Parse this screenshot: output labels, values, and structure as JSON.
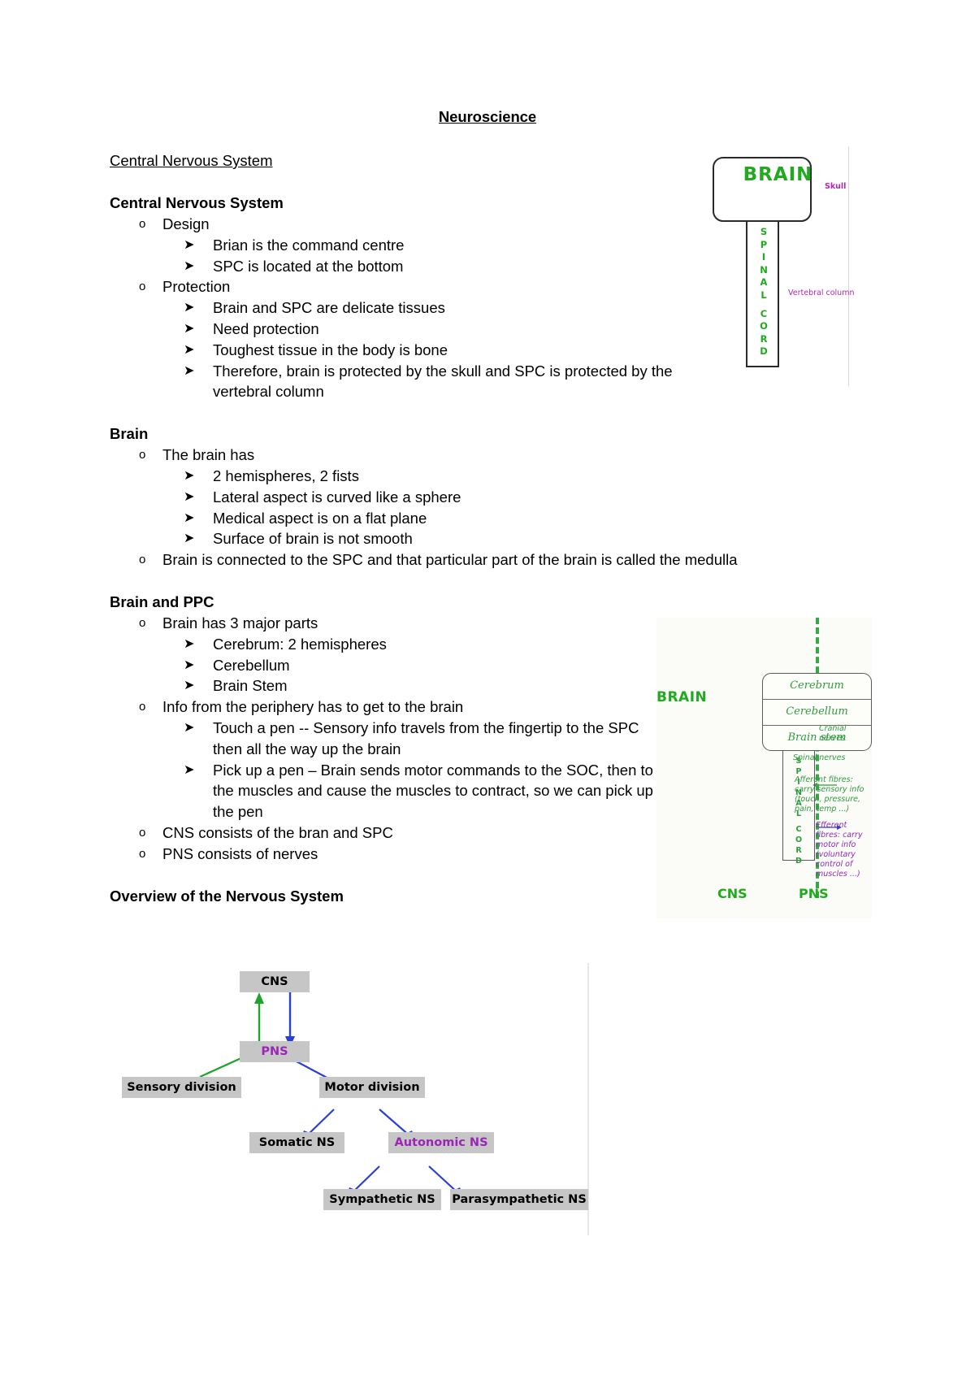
{
  "document": {
    "title": "Neuroscience ",
    "section_heading": "Central Nervous System "
  },
  "sections": [
    {
      "heading": "Central Nervous System",
      "items": [
        {
          "label": "Design",
          "subitems": [
            "Brian is the command centre",
            "SPC is located at the bottom"
          ]
        },
        {
          "label": "Protection",
          "subitems": [
            "Brain and SPC are delicate tissues",
            "Need protection",
            "Toughest tissue in the body is bone",
            "Therefore, brain is protected by the skull and SPC is protected by the vertebral column"
          ]
        }
      ]
    },
    {
      "heading": "Brain",
      "items": [
        {
          "label": "The brain has",
          "subitems": [
            "2 hemispheres, 2 fists",
            "Lateral aspect is curved like a sphere",
            "Medical aspect is on a flat plane",
            "Surface of brain is not smooth"
          ]
        },
        {
          "label": "Brain is connected to the SPC and that particular part of the brain is called the medulla",
          "subitems": []
        }
      ]
    },
    {
      "heading": "Brain and PPC",
      "items": [
        {
          "label": "Brain has 3 major parts",
          "subitems": [
            "Cerebrum: 2 hemispheres",
            "Cerebellum",
            "Brain Stem"
          ]
        },
        {
          "label": "Info from the periphery has to get to the brain",
          "subitems": [
            "Touch a pen -- Sensory info travels from the fingertip to the SPC then all the way up the brain",
            "Pick up a pen – Brain sends motor commands to the SOC, then to the muscles and cause the muscles to contract, so we can pick up the pen"
          ]
        },
        {
          "label": "CNS consists of the bran and SPC",
          "subitems": []
        },
        {
          "label": "PNS consists of nerves",
          "subitems": []
        }
      ]
    }
  ],
  "overview_heading": "Overview of the Nervous System",
  "markers": {
    "level1": "o",
    "level2": "➤"
  },
  "diagram_brain_spine": {
    "brain_label": "BRAIN",
    "cord_label": "S P I N A L  C O R D",
    "cord_letters": [
      "S",
      "P",
      "I",
      "N",
      "A",
      "L",
      "",
      "C",
      "O",
      "R",
      "D"
    ],
    "skull_label": "Skull",
    "vertebral_label": "Vertebral column",
    "colors": {
      "brain_text": "#1faa1f",
      "annotation": "#b02ab0",
      "outline": "#2a2a2a"
    }
  },
  "diagram_brain_parts": {
    "brain_label": "BRAIN",
    "parts": [
      "Cerebrum",
      "Cerebellum",
      "Brain stem"
    ],
    "cord_letters": [
      "S",
      "P",
      "I",
      "N",
      "A",
      "L",
      "",
      "C",
      "O",
      "R",
      "D"
    ],
    "cranial_nerves_label": "Cranial nerves",
    "spinal_nerves_label": "Spinal nerves",
    "afferent_label": "Afferent fibres: carry sensory info (touch, pressure, pain, temp ...)",
    "efferent_label": "Efferent fibres: carry motor info (voluntary control of muscles ...)",
    "cns_label": "CNS",
    "pns_label": "PNS",
    "colors": {
      "green": "#2f9b3f",
      "purple": "#8e2bbd",
      "bright_green": "#1faa1f"
    }
  },
  "chart_data": {
    "type": "diagram",
    "title": "Overview of the Nervous System",
    "nodes": [
      {
        "id": "cns",
        "label": "CNS",
        "color": "#000000"
      },
      {
        "id": "pns",
        "label": "PNS",
        "color": "#9b26b6"
      },
      {
        "id": "sensory",
        "label": "Sensory division",
        "color": "#000000"
      },
      {
        "id": "motor",
        "label": "Motor division",
        "color": "#000000"
      },
      {
        "id": "somatic",
        "label": "Somatic NS",
        "color": "#000000"
      },
      {
        "id": "autonomic",
        "label": "Autonomic NS",
        "color": "#9b26b6"
      },
      {
        "id": "sympathetic",
        "label": "Sympathetic NS",
        "color": "#000000"
      },
      {
        "id": "parasympathetic",
        "label": "Parasympathetic NS",
        "color": "#000000"
      }
    ],
    "edges": [
      {
        "from": "pns",
        "to": "cns",
        "color": "#1fa32b"
      },
      {
        "from": "cns",
        "to": "pns",
        "color": "#2a3fd4"
      },
      {
        "from": "sensory",
        "to": "pns",
        "color": "#1fa32b"
      },
      {
        "from": "pns",
        "to": "motor",
        "color": "#2a3fd4"
      },
      {
        "from": "motor",
        "to": "somatic",
        "color": "#2a3fd4"
      },
      {
        "from": "motor",
        "to": "autonomic",
        "color": "#2a3fd4"
      },
      {
        "from": "autonomic",
        "to": "sympathetic",
        "color": "#2a3fd4"
      },
      {
        "from": "autonomic",
        "to": "parasympathetic",
        "color": "#2a3fd4"
      }
    ],
    "box_fill": "#c6c6c6"
  }
}
